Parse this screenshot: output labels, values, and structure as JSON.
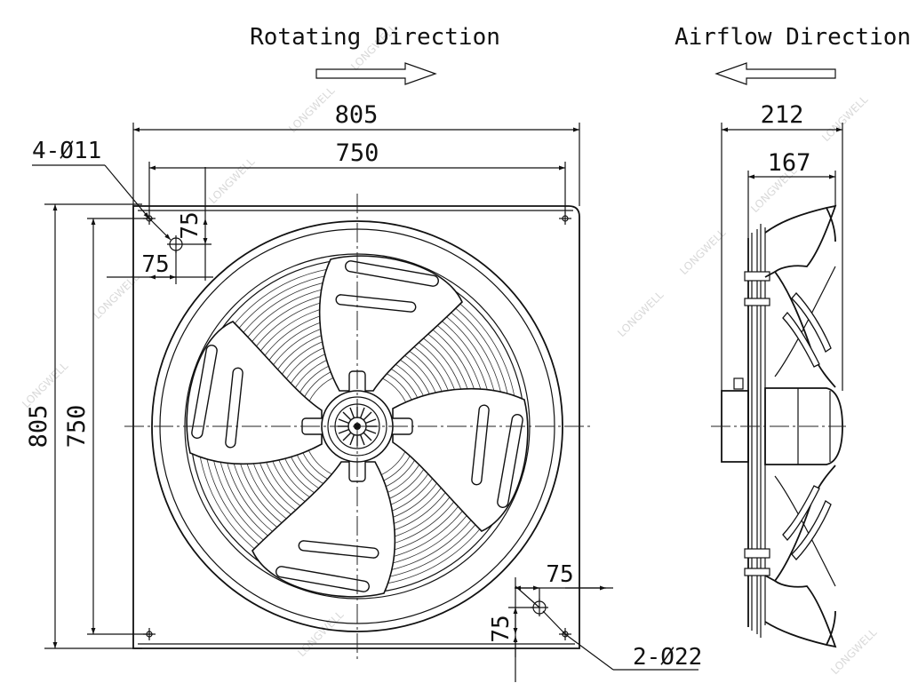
{
  "labels": {
    "rotating_direction": "Rotating Direction",
    "airflow_direction": "Airflow Direction",
    "mount_hole_callout": "4-Ø11",
    "lifting_hole_callout": "2-Ø22"
  },
  "dimensions": {
    "overall_width": "805",
    "hole_pitch_width": "750",
    "overall_height": "805",
    "hole_pitch_height": "750",
    "hole_offset_top_vertical": "75",
    "hole_offset_top_horizontal": "75",
    "hole_offset_bottom_horizontal": "75",
    "hole_offset_bottom_vertical": "75",
    "side_total_depth": "212",
    "side_body_depth": "167"
  },
  "watermark": "LONGWELL"
}
